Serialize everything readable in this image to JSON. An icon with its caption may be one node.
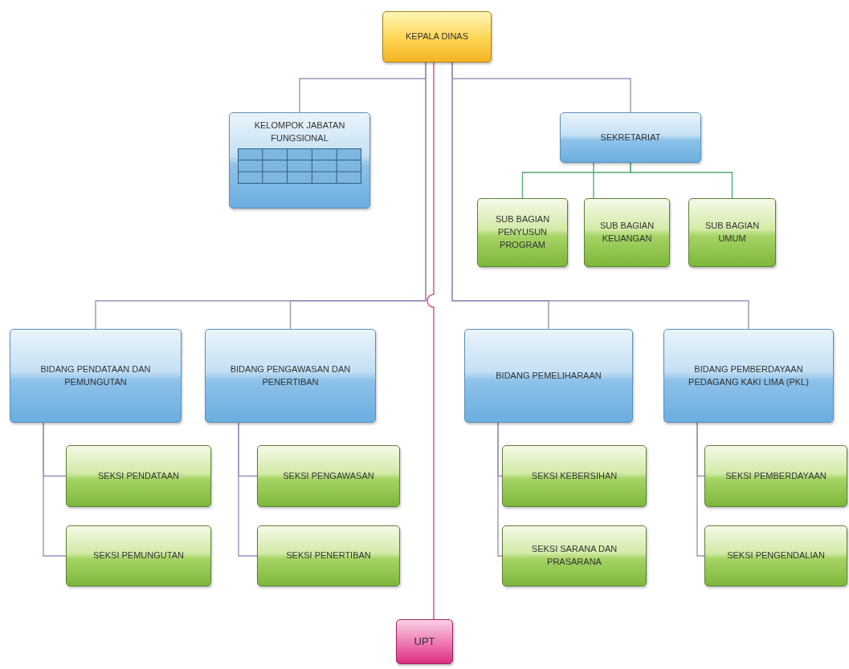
{
  "diagram": {
    "nodes": [
      {
        "text": [
          "KEPALA DINAS"
        ]
      },
      {
        "text": [
          "KELOMPOK JABATAN FUNGSIONAL"
        ]
      },
      {
        "text": [
          "SEKRETARIAT"
        ]
      },
      {
        "text": [
          "SUB BAGIAN PENYUSUN PROGRAM"
        ]
      },
      {
        "text": [
          "SUB BAGIAN KEUANGAN"
        ]
      },
      {
        "text": [
          "SUB BAGIAN UMUM"
        ]
      },
      {
        "text": [
          "BIDANG PENDATAAN DAN PEMUNGUTAN"
        ]
      },
      {
        "text": [
          "BIDANG PENGAWASAN DAN PENERTIBAN"
        ]
      },
      {
        "text": [
          "BIDANG PEMELIHARAAN"
        ]
      },
      {
        "text": [
          "BIDANG PEMBERDAYAAN PEDAGANG KAKI LIMA (PKL)"
        ]
      },
      {
        "text": [
          "SEKSI PENDATAAN"
        ]
      },
      {
        "text": [
          "SEKSI PEMUNGUTAN"
        ]
      },
      {
        "text": [
          "SEKSI PENGAWASAN"
        ]
      },
      {
        "text": [
          "SEKSI PENERTIBAN"
        ]
      },
      {
        "text": [
          "SEKSI KEBERSIHAN"
        ]
      },
      {
        "text": [
          "SEKSI SARANA DAN PRASARANA"
        ]
      },
      {
        "text": [
          "SEKSI PEMBERDAYAAN"
        ]
      },
      {
        "text": [
          "SEKSI PENGENDALIAN"
        ]
      },
      {
        "text": [
          "UPT"
        ]
      }
    ],
    "edges": [
      {
        "from": 0,
        "to": 1,
        "arrow": "none"
      },
      {
        "from": 0,
        "to": 2,
        "arrow": "none"
      },
      {
        "from": 2,
        "to": 3,
        "arrow": "none",
        "color": "#5aa878"
      },
      {
        "from": 2,
        "to": 4,
        "arrow": "none",
        "color": "#5aa878"
      },
      {
        "from": 2,
        "to": 5,
        "arrow": "none",
        "color": "#5aa878"
      },
      {
        "from": 0,
        "to": 6,
        "arrow": "none"
      },
      {
        "from": 0,
        "to": 7,
        "arrow": "none"
      },
      {
        "from": 0,
        "to": 8,
        "arrow": "none"
      },
      {
        "from": 0,
        "to": 9,
        "arrow": "none"
      },
      {
        "from": 6,
        "to": 10,
        "arrow": "none"
      },
      {
        "from": 6,
        "to": 11,
        "arrow": "none"
      },
      {
        "from": 7,
        "to": 12,
        "arrow": "none"
      },
      {
        "from": 7,
        "to": 13,
        "arrow": "none"
      },
      {
        "from": 8,
        "to": 14,
        "arrow": "none"
      },
      {
        "from": 8,
        "to": 15,
        "arrow": "none"
      },
      {
        "from": 9,
        "to": 16,
        "arrow": "none"
      },
      {
        "from": 9,
        "to": 17,
        "arrow": "none"
      },
      {
        "from": 0,
        "to": 18,
        "arrow": "none",
        "color": "#d04a86"
      }
    ]
  }
}
